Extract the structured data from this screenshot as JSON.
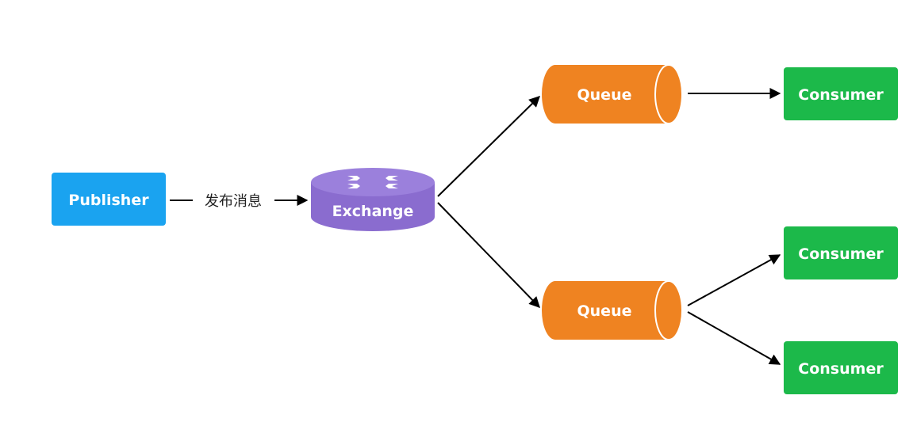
{
  "colors": {
    "publisher": "#1aa3f0",
    "exchange": "#8a6ccf",
    "exchange_top": "#9b80dc",
    "queue": "#ef8321",
    "consumer": "#1cb94a",
    "arrow": "#000000"
  },
  "publisher": {
    "label": "Publisher"
  },
  "edge_publish": {
    "label": "发布消息"
  },
  "exchange": {
    "label": "Exchange",
    "icon": "router-arrows-icon"
  },
  "queues": [
    {
      "label": "Queue"
    },
    {
      "label": "Queue"
    }
  ],
  "consumers": [
    {
      "label": "Consumer"
    },
    {
      "label": "Consumer"
    },
    {
      "label": "Consumer"
    }
  ]
}
